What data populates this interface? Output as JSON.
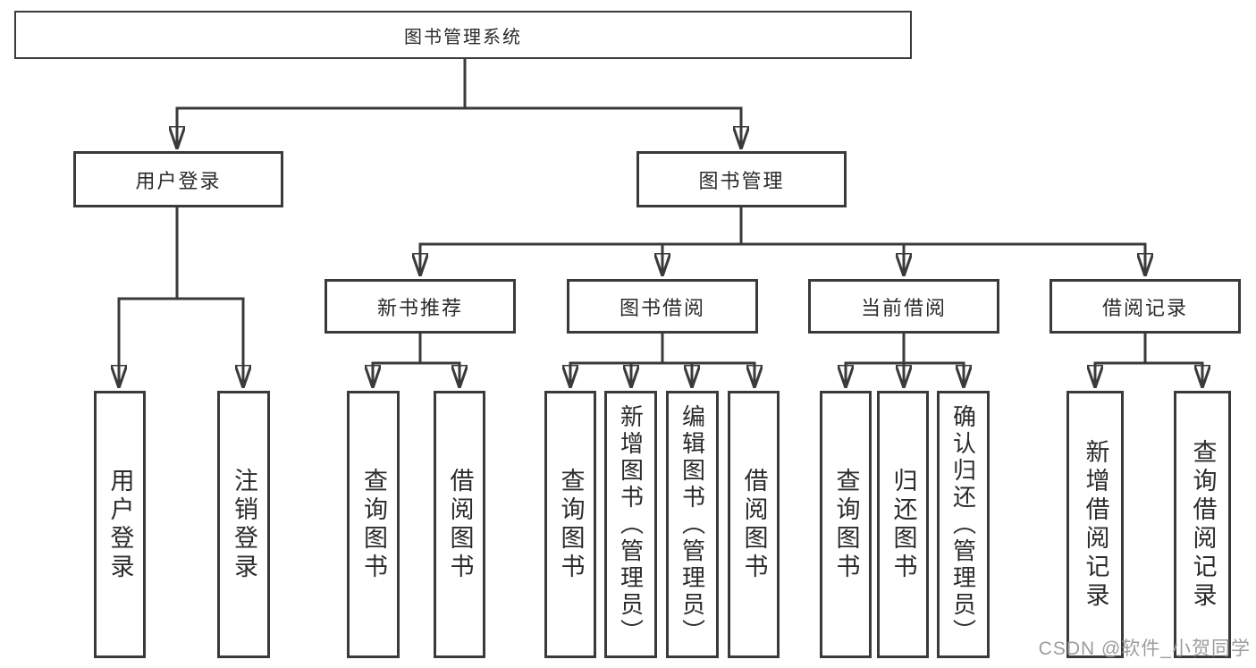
{
  "diagram_type": "hierarchy-tree",
  "tree": {
    "label": "图书管理系统",
    "children": [
      {
        "label": "用户登录",
        "children": [
          {
            "label": "用户登录"
          },
          {
            "label": "注销登录"
          }
        ]
      },
      {
        "label": "图书管理",
        "children": [
          {
            "label": "新书推荐",
            "children": [
              {
                "label": "查询图书"
              },
              {
                "label": "借阅图书"
              }
            ]
          },
          {
            "label": "图书借阅",
            "children": [
              {
                "label": "查询图书"
              },
              {
                "label": "新增图书（管理员）"
              },
              {
                "label": "编辑图书（管理员）"
              },
              {
                "label": "借阅图书"
              }
            ]
          },
          {
            "label": "当前借阅",
            "children": [
              {
                "label": "查询图书"
              },
              {
                "label": "归还图书"
              },
              {
                "label": "确认归还（管理员）"
              }
            ]
          },
          {
            "label": "借阅记录",
            "children": [
              {
                "label": "新增借阅记录"
              },
              {
                "label": "查询借阅记录"
              }
            ]
          }
        ]
      }
    ]
  },
  "watermark": {
    "text": "CSDN @软件_小贺同学"
  },
  "colors": {
    "line": "#3a3a3a",
    "text": "#2b2b2b",
    "box_background": "#ffffff",
    "watermark": "#9c9c9c",
    "page_background": "#ffffff"
  }
}
